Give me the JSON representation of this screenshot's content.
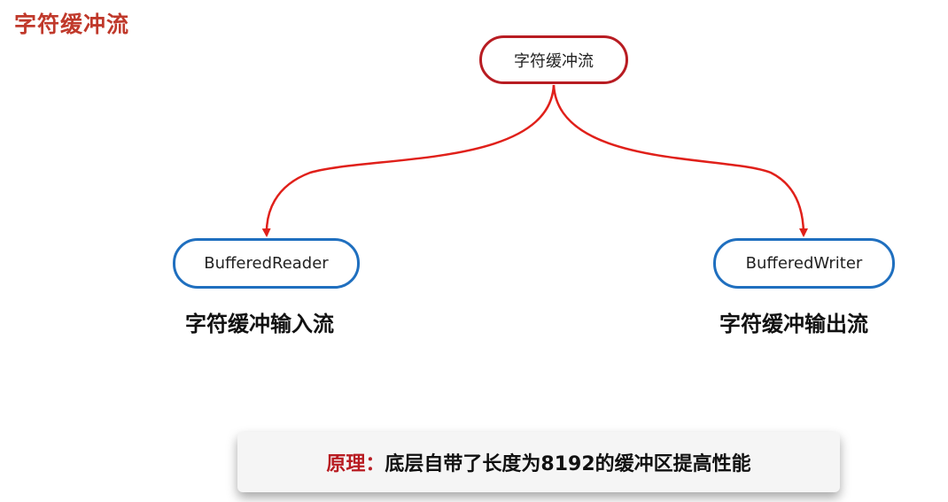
{
  "title": "字符缓冲流",
  "colors": {
    "title": "#c0392b",
    "root_border": "#b81c22",
    "child_border": "#1f6fbf",
    "arrow": "#e0201a",
    "principle_label": "#b81c22"
  },
  "diagram": {
    "root": {
      "label": "字符缓冲流"
    },
    "children": [
      {
        "label": "BufferedReader",
        "caption": "字符缓冲输入流"
      },
      {
        "label": "BufferedWriter",
        "caption": "字符缓冲输出流"
      }
    ]
  },
  "principle": {
    "label": "原理：",
    "text": "底层自带了长度为8192的缓冲区提高性能"
  }
}
